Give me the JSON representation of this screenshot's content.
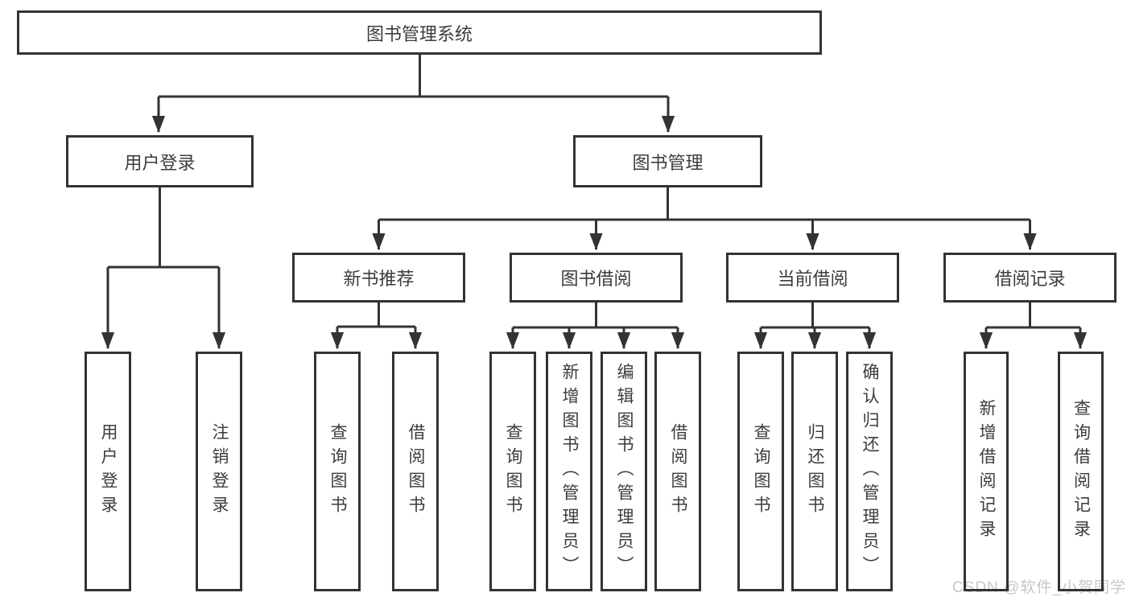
{
  "diagram": {
    "root": {
      "label": "图书管理系统",
      "children": [
        {
          "label": "用户登录",
          "children": [
            {
              "label": "用户登录"
            },
            {
              "label": "注销登录"
            }
          ]
        },
        {
          "label": "图书管理",
          "children": [
            {
              "label": "新书推荐",
              "children": [
                {
                  "label": "查询图书"
                },
                {
                  "label": "借阅图书"
                }
              ]
            },
            {
              "label": "图书借阅",
              "children": [
                {
                  "label": "查询图书"
                },
                {
                  "label": "新增图书（管理员）"
                },
                {
                  "label": "编辑图书（管理员）"
                },
                {
                  "label": "借阅图书"
                }
              ]
            },
            {
              "label": "当前借阅",
              "children": [
                {
                  "label": "查询图书"
                },
                {
                  "label": "归还图书"
                },
                {
                  "label": "确认归还（管理员）"
                }
              ]
            },
            {
              "label": "借阅记录",
              "children": [
                {
                  "label": "新增借阅记录"
                },
                {
                  "label": "查询借阅记录"
                }
              ]
            }
          ]
        }
      ]
    }
  },
  "watermark": {
    "text": "CSDN @软件_小贺同学"
  },
  "colors": {
    "line": "#333333",
    "text": "#3c3c3c",
    "watermark-color": "#c7c7c7",
    "bg": "#ffffff"
  }
}
